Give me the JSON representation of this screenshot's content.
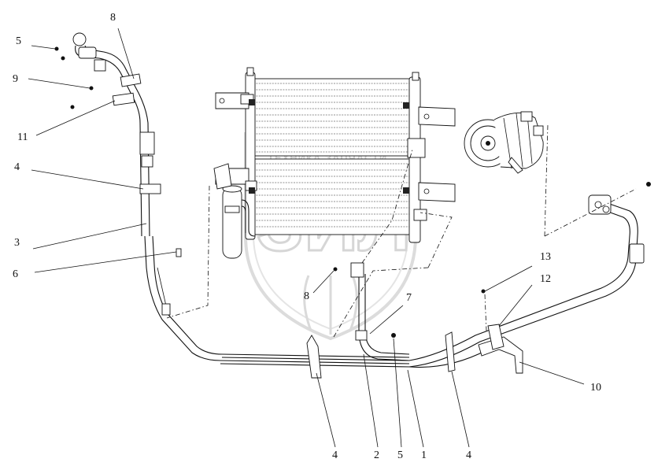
{
  "watermark": {
    "text": "ТЕХНИКА   ЗАПЧАСТИ",
    "letters": "ЗИЛ"
  },
  "callouts": [
    {
      "id": "c1",
      "label": "1"
    },
    {
      "id": "c2",
      "label": "2"
    },
    {
      "id": "c3",
      "label": "3"
    },
    {
      "id": "c4a",
      "label": "4"
    },
    {
      "id": "c4b",
      "label": "4"
    },
    {
      "id": "c4c",
      "label": "4"
    },
    {
      "id": "c5a",
      "label": "5"
    },
    {
      "id": "c5b",
      "label": "5"
    },
    {
      "id": "c6",
      "label": "6"
    },
    {
      "id": "c7",
      "label": "7"
    },
    {
      "id": "c8a",
      "label": "8"
    },
    {
      "id": "c8b",
      "label": "8"
    },
    {
      "id": "c9",
      "label": "9"
    },
    {
      "id": "c10",
      "label": "10"
    },
    {
      "id": "c11",
      "label": "11"
    },
    {
      "id": "c12",
      "label": "12"
    },
    {
      "id": "c13",
      "label": "13"
    }
  ]
}
